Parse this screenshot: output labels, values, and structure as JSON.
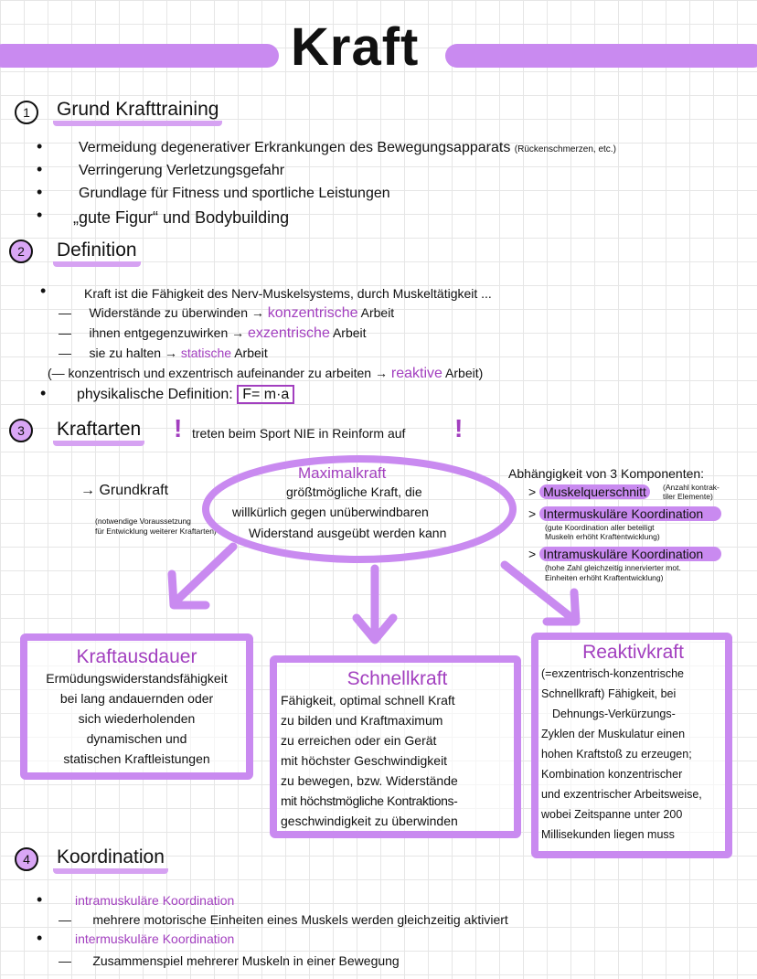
{
  "title": "Kraft",
  "accent_color": "#c98af0",
  "text_accent_color": "#a23fbf",
  "sections": [
    {
      "number": "1",
      "heading": "Grund Krafttraining",
      "bullets": [
        "Vermeidung degenerativer Erkrankungen des Bewegungsapparats",
        "Verringerung Verletzungsgefahr",
        "Grundlage für Fitness und sportliche Leistungen",
        "„gute Figur“ und Bodybuilding"
      ],
      "bullet0_note": "(Rückenschmerzen, etc.)"
    },
    {
      "number": "2",
      "heading": "Definition",
      "intro": "Kraft ist die Fähigkeit des Nerv-Muskelsystems, durch Muskeltätigkeit ...",
      "items": [
        {
          "text": "Widerstände zu überwinden →",
          "accent": "konzentrische",
          "suffix": "Arbeit"
        },
        {
          "text": "ihnen entgegenzuwirken →",
          "accent": "exzentrische",
          "suffix": "Arbeit"
        },
        {
          "text": "sie zu halten →",
          "accent": "statische",
          "suffix": "Arbeit"
        },
        {
          "text": "(—  konzentrisch und exzentrisch aufeinander zu arbeiten →",
          "accent": "reaktive",
          "suffix": "Arbeit)"
        }
      ],
      "physics_label": "physikalische Definition:",
      "formula": "F= m·a"
    },
    {
      "number": "3",
      "heading": "Kraftarten",
      "exclaim": "!",
      "note": "treten beim Sport NIE in Reinform auf",
      "grundkraft": "→  Grundkraft",
      "grundkraft_note": [
        "(notwendige Voraussetzung",
        "für Entwicklung weiterer Kraftarten)"
      ],
      "maximalkraft": {
        "title": "Maximalkraft",
        "lines": [
          "größtmögliche Kraft, die",
          "willkürlich gegen unüberwindbaren",
          "Widerstand ausgeübt werden kann"
        ]
      },
      "dependency": {
        "title": "Abhängigkeit von 3 Komponenten:",
        "items": [
          {
            "label": "Muskelquerschnitt",
            "note": [
              "(Anzahl kontrak-",
              "tiler Elemente)"
            ]
          },
          {
            "label": "Intermuskuläre Koordination",
            "note": [
              "(gute Koordination aller beteiligt",
              "Muskeln erhöht Kraftentwicklung)"
            ]
          },
          {
            "label": "Intramuskuläre Koordination",
            "note": [
              "(hohe Zahl gleichzeitig innervierter mot.",
              "Einheiten erhöht Kraftentwicklung)"
            ]
          }
        ]
      },
      "boxes": [
        {
          "title": "Kraftausdauer",
          "lines": [
            "Ermüdungswiderstandsfähigkeit",
            "bei lang andauernden oder",
            "sich wiederholenden",
            "dynamischen und",
            "statischen Kraftleistungen"
          ]
        },
        {
          "title": "Schnellkraft",
          "lines": [
            "Fähigkeit, optimal schnell Kraft",
            "zu bilden und Kraftmaximum",
            "zu erreichen oder ein Gerät",
            "mit höchster Geschwindigkeit",
            "zu bewegen, bzw. Widerstände",
            "mit höchstmögliche Kontraktions-",
            "geschwindigkeit zu überwinden"
          ]
        },
        {
          "title": "Reaktivkraft",
          "lines": [
            "(=exzentrisch-konzentrische",
            "Schnellkraft) Fähigkeit, bei",
            "Dehnungs-Verkürzungs-",
            "Zyklen der Muskulatur einen",
            "hohen Kraftstoß zu erzeugen;",
            "Kombination konzentrischer",
            "und exzentrischer Arbeitsweise,",
            "wobei Zeitspanne unter 200",
            "Millisekunden liegen muss"
          ]
        }
      ]
    },
    {
      "number": "4",
      "heading": "Koordination",
      "items": [
        {
          "term": "intramuskuläre Koordination",
          "desc": "mehrere motorische Einheiten eines Muskels werden gleichzeitig aktiviert"
        },
        {
          "term": "intermuskuläre Koordination",
          "desc": "Zusammenspiel mehrerer Muskeln in einer Bewegung"
        }
      ]
    }
  ]
}
